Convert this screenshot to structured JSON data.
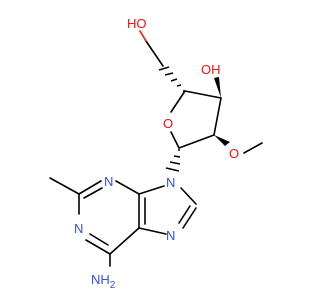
{
  "molecule": {
    "atoms": {
      "ho_top": "HO",
      "oh_mid": "OH",
      "o_ring": "O",
      "o_methoxy": "O",
      "n9": "N",
      "n3": "N",
      "n1": "N",
      "n7": "N",
      "nh2": "NH",
      "nh2_sub": "2"
    },
    "colors": {
      "bond": "#000000",
      "oxygen": "#ff0d0d",
      "nitrogen": "#3050f8"
    }
  }
}
